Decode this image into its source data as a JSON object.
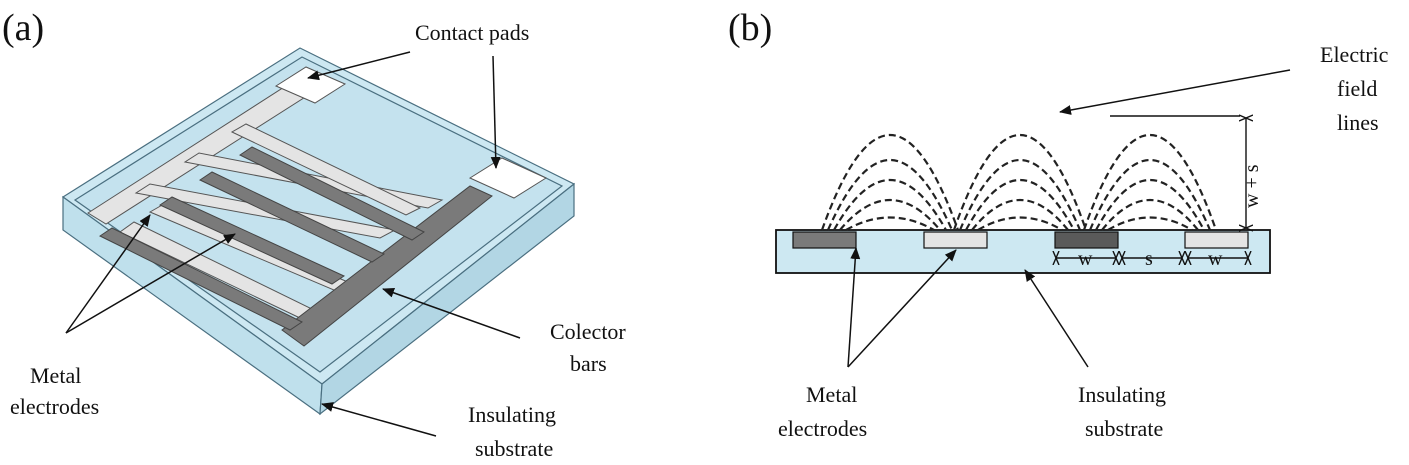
{
  "panel_a": {
    "panel_label": "(a)",
    "contact_pads": "Contact pads",
    "colector_bars_line1": "Colector",
    "colector_bars_line2": "bars",
    "metal_electrodes_line1": "Metal",
    "metal_electrodes_line2": "electrodes",
    "insulating_substrate_line1": "Insulating",
    "insulating_substrate_line2": "substrate"
  },
  "panel_b": {
    "panel_label": "(b)",
    "electric_field_line1": "Electric",
    "electric_field_line2": "field",
    "electric_field_line3": "lines",
    "metal_electrodes_line1": "Metal",
    "metal_electrodes_line2": "electrodes",
    "insulating_substrate_line1": "Insulating",
    "insulating_substrate_line2": "substrate",
    "dim_w1": "w",
    "dim_s": "s",
    "dim_w2": "w",
    "dim_w_plus_s": "w + s"
  },
  "colors": {
    "substrate": "#cde8f2",
    "dark_electrode": "#7a7a7a",
    "light_electrode": "#e4e4e4",
    "ink": "#111111"
  }
}
